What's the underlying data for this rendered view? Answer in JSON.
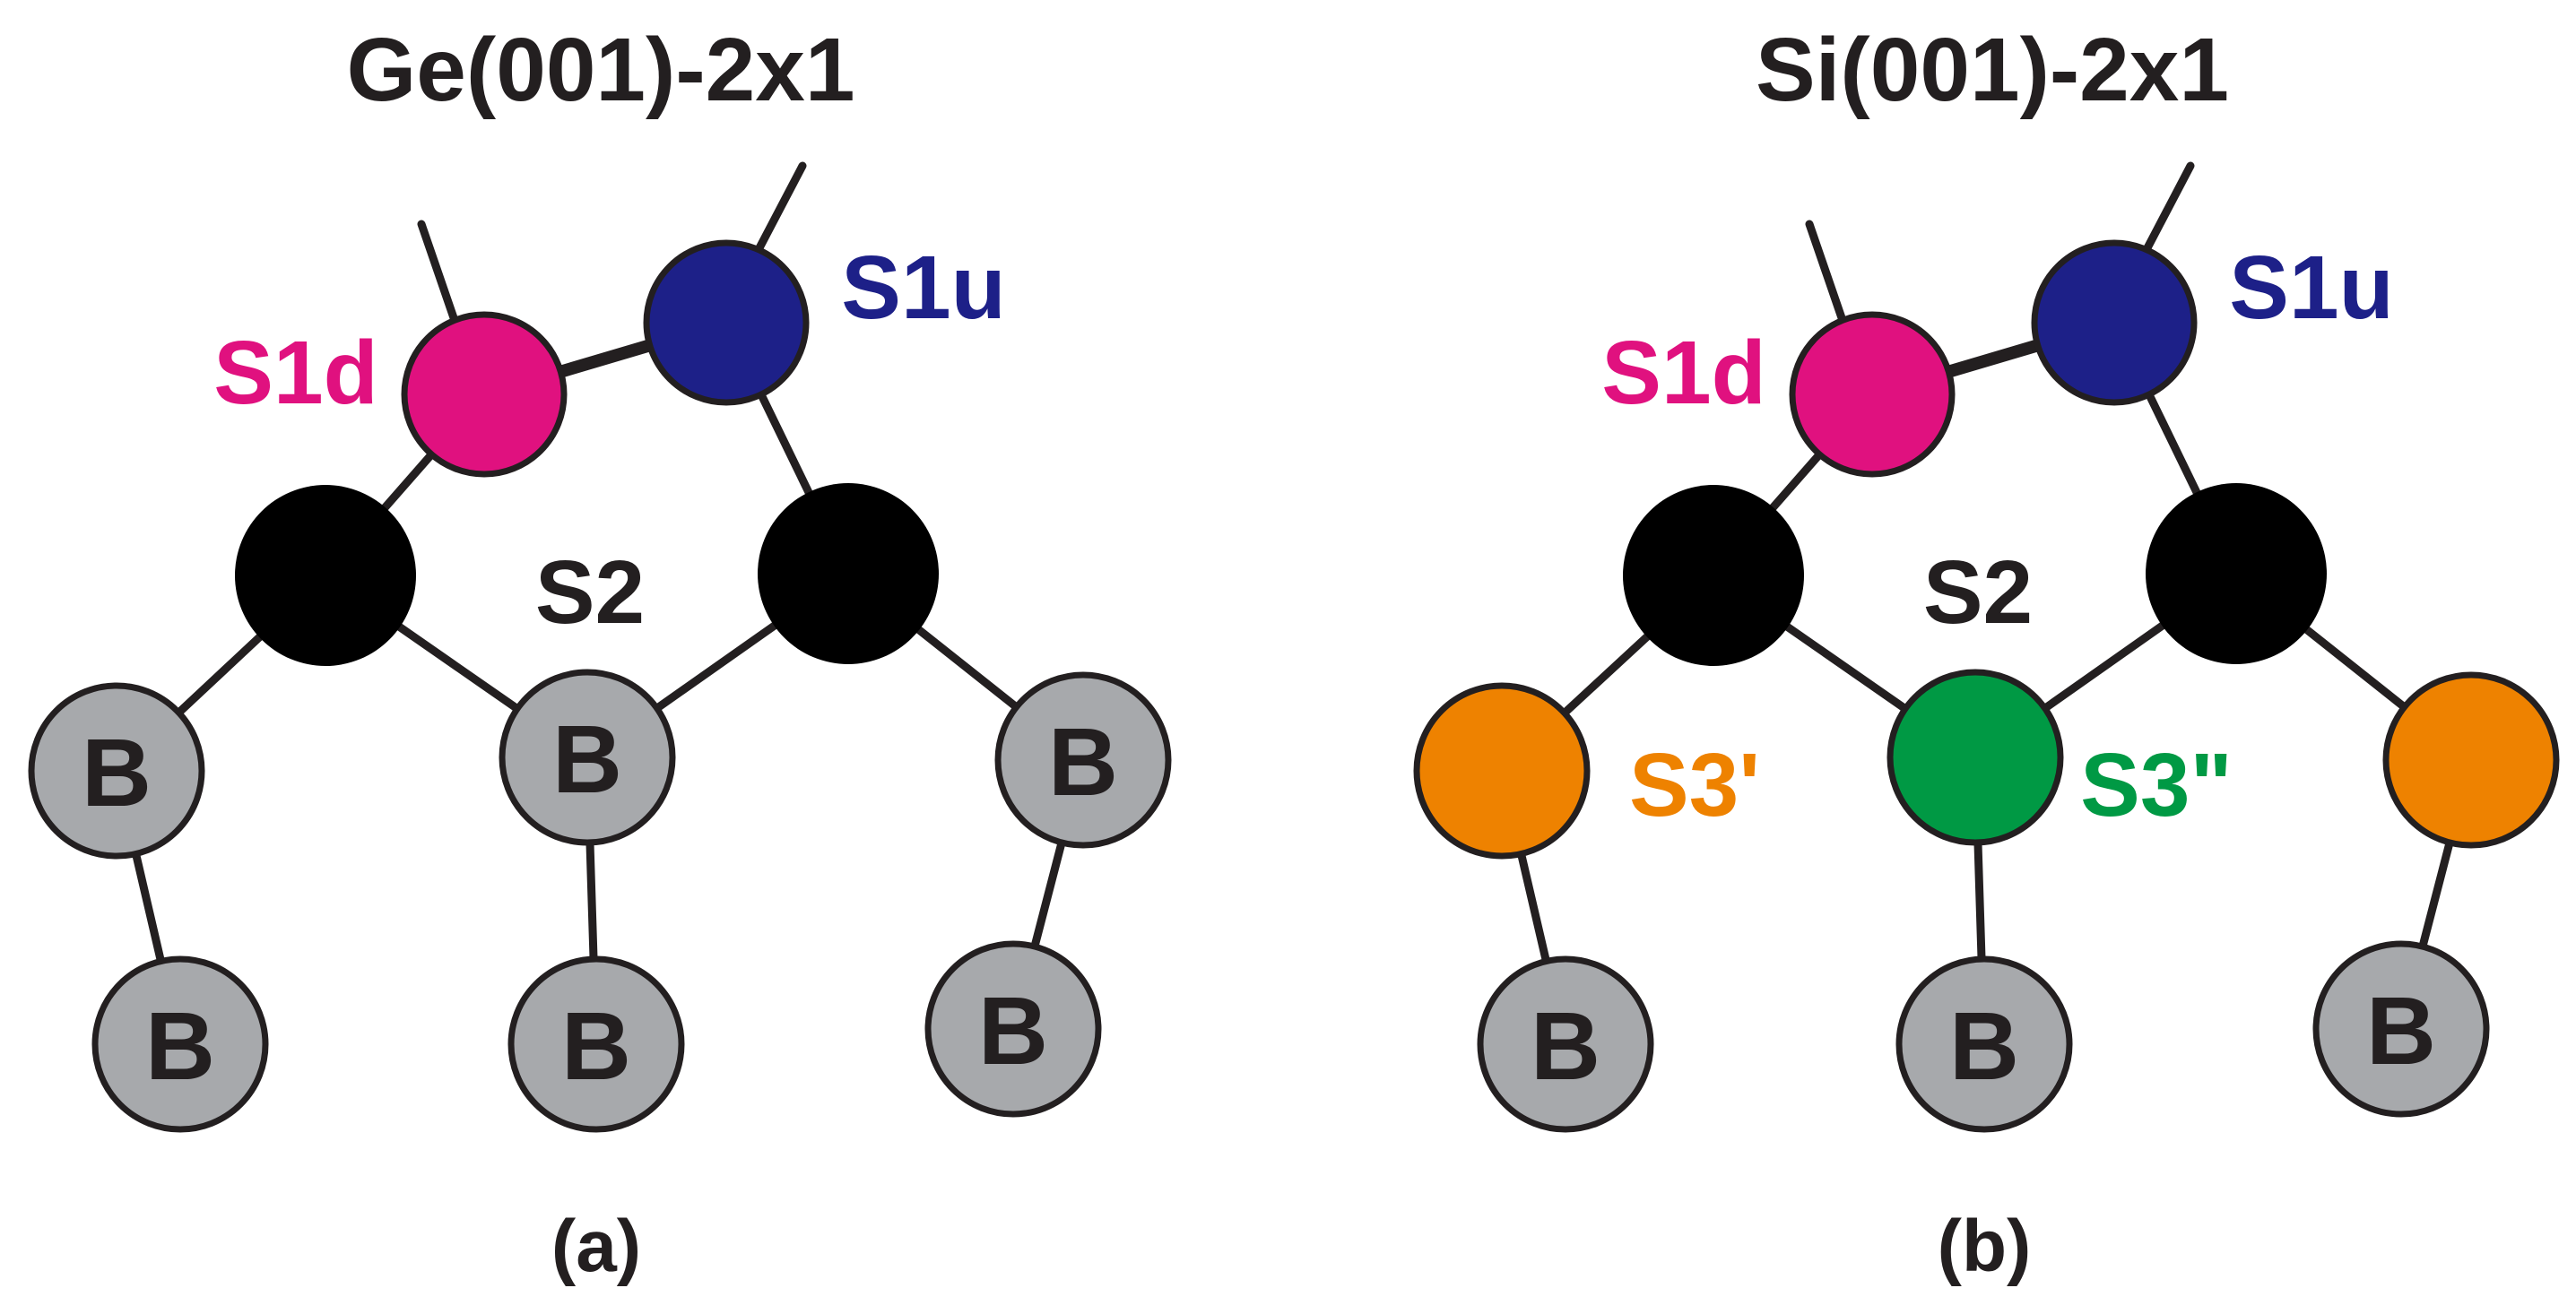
{
  "panels": [
    {
      "title": "Ge(001)-2x1",
      "caption": "(a)",
      "labels": {
        "s1d": "S1d",
        "s1u": "S1u",
        "s2": "S2"
      },
      "bulk_label": "B",
      "layer3_labels": []
    },
    {
      "title": "Si(001)-2x1",
      "caption": "(b)",
      "labels": {
        "s1d": "S1d",
        "s1u": "S1u",
        "s2": "S2",
        "s3p": "S3'",
        "s3pp": "S3\""
      },
      "bulk_label": "B"
    }
  ],
  "colors": {
    "s1d": "#e0117f",
    "s1u": "#1d2088",
    "s2": "#000000",
    "bulk": "#a7a9ac",
    "s3p": "#ee8200",
    "s3pp": "#009944",
    "text": "#231f20"
  }
}
